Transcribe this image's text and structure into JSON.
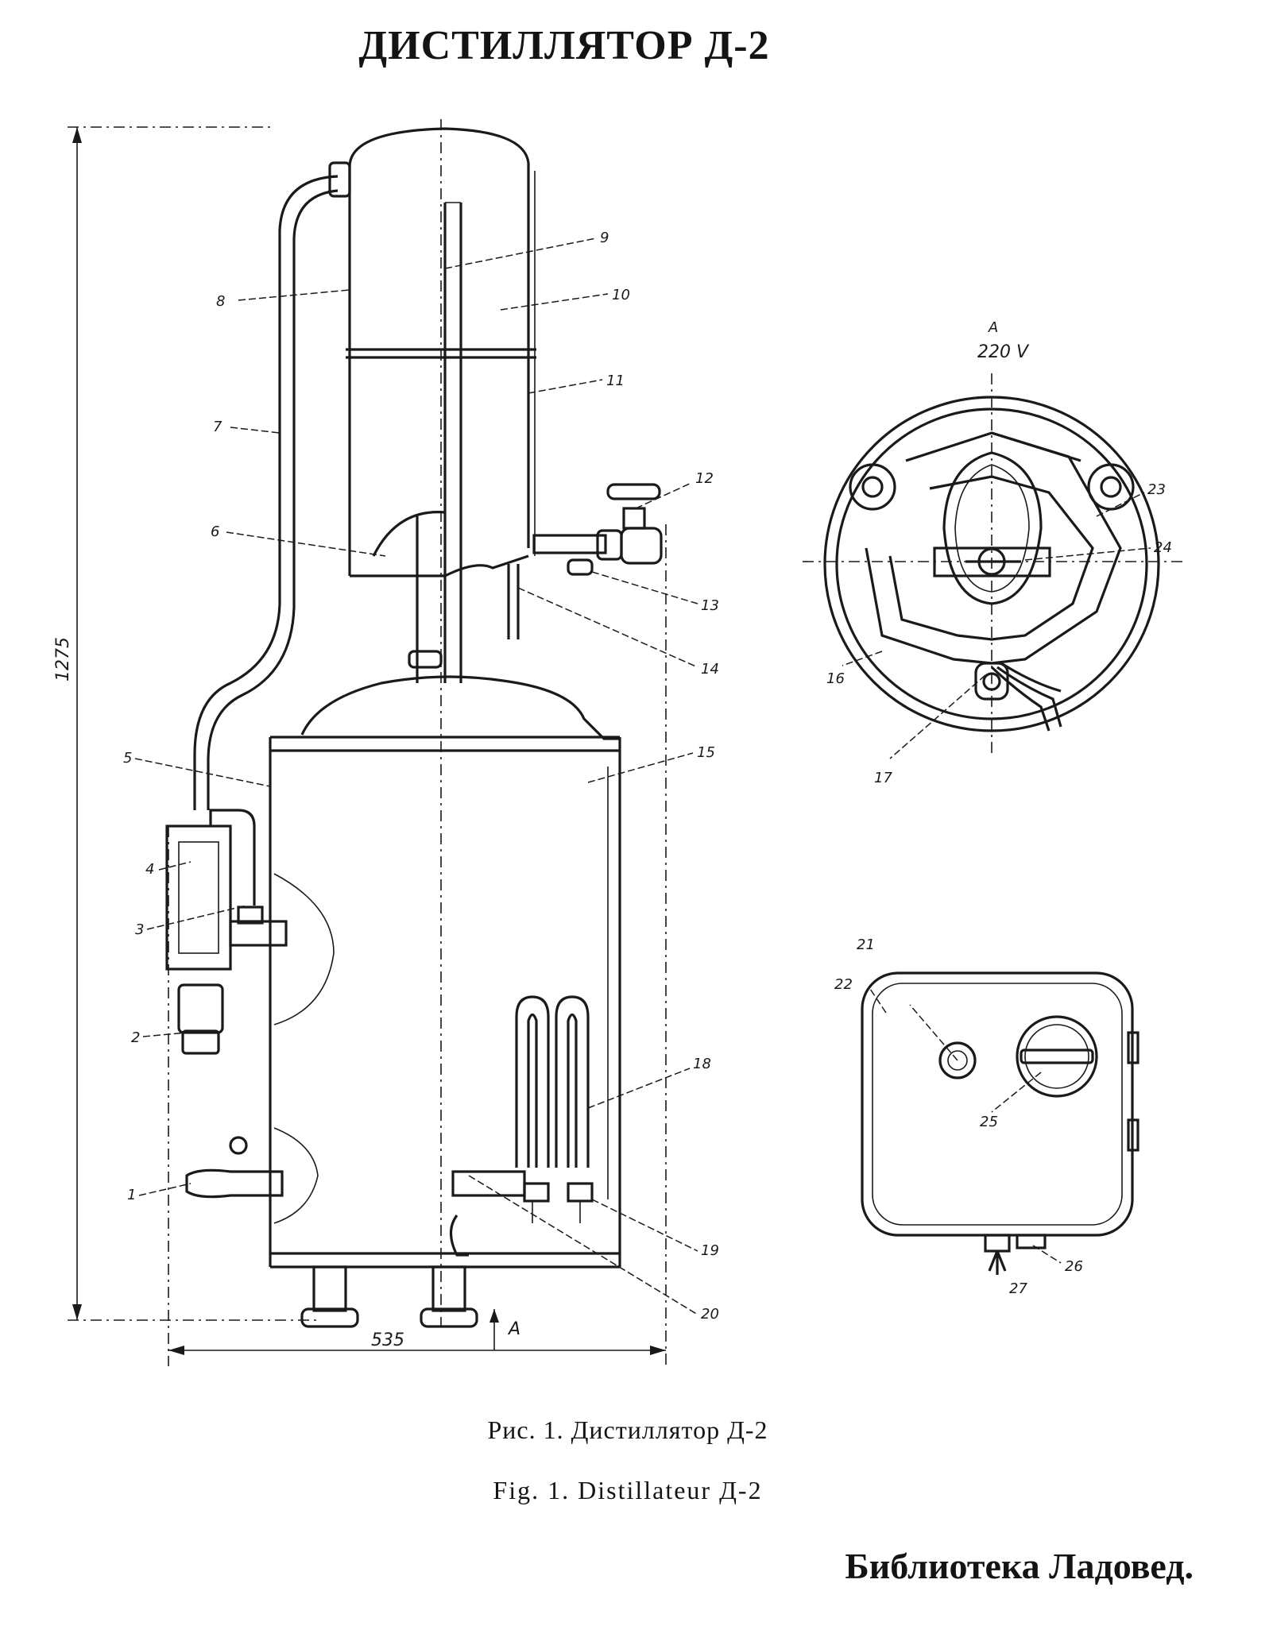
{
  "document": {
    "title": "ДИСТИЛЛЯТОР Д-2",
    "caption_ru": "Рис. 1. Дистиллятор Д-2",
    "caption_fr": "Fig. 1. Distillateur Д-2",
    "library": "Библиотека Ладовед."
  },
  "drawing": {
    "part_labels": [
      "1",
      "2",
      "3",
      "4",
      "5",
      "6",
      "7",
      "8",
      "9",
      "10",
      "11",
      "12",
      "13",
      "14",
      "15",
      "16",
      "17",
      "18",
      "19",
      "20",
      "21",
      "22",
      "23",
      "24",
      "25",
      "26",
      "27"
    ],
    "dimensions": {
      "height": "1275",
      "width": "535"
    },
    "view_label": "A",
    "voltage": "220 V"
  }
}
